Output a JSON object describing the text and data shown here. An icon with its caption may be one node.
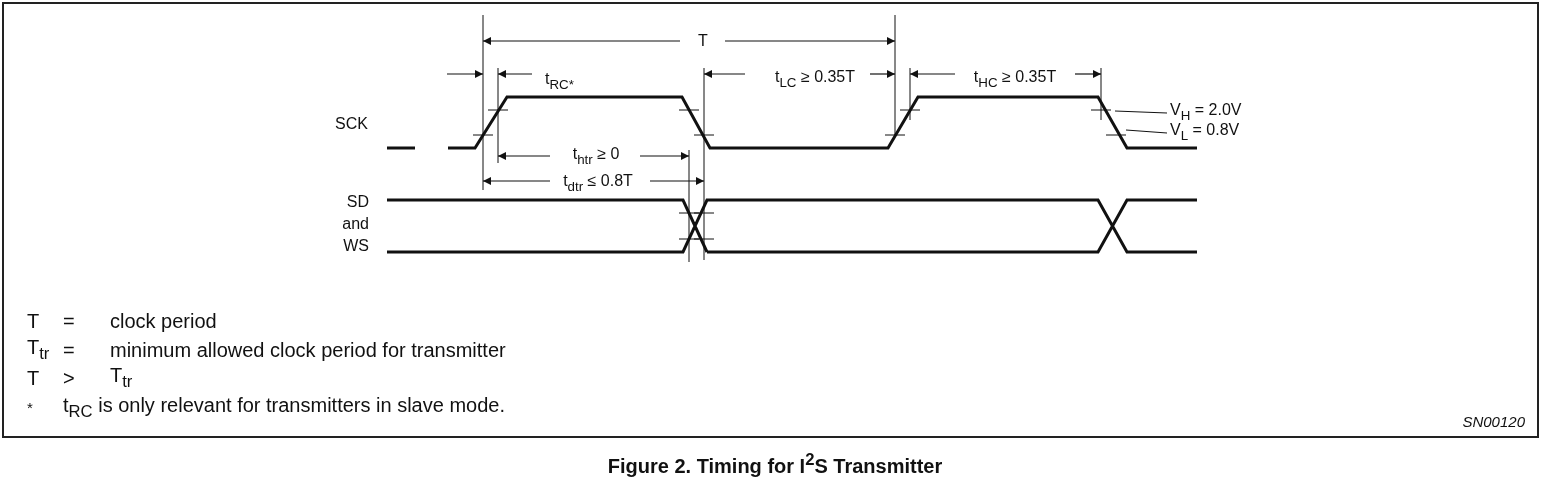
{
  "diagram": {
    "caption": "Figure 2.  Timing for I$^{2}$S Transmitter",
    "nodes": [
      {
        "text": [
          "V$_{H}$ = 2.0V"
        ]
      },
      {
        "text": [
          "V$_{L}$ = 0.8V"
        ]
      }
    ],
    "edges": [
      {
        "from": null,
        "to": 0,
        "arrow": "none"
      },
      {
        "from": null,
        "to": 1,
        "arrow": "none"
      }
    ],
    "labels": [
      "T",
      "t$_{RC*}$",
      "t$_{LC}$ ≥ 0.35T",
      "t$_{HC}$ ≥ 0.35T",
      "SCK",
      "t$_{htr}$ ≥ 0",
      "t$_{dtr}$ ≤ 0.8T",
      "SD and WS",
      "T",
      "=",
      "clock period",
      "T$_{tr}$",
      "=",
      "minimum allowed clock period for transmitter",
      "T",
      ">",
      "T$_{tr}$",
      "*",
      "t$_{RC}$ is only relevant for transmitters in slave mode.",
      "SN00120"
    ]
  }
}
